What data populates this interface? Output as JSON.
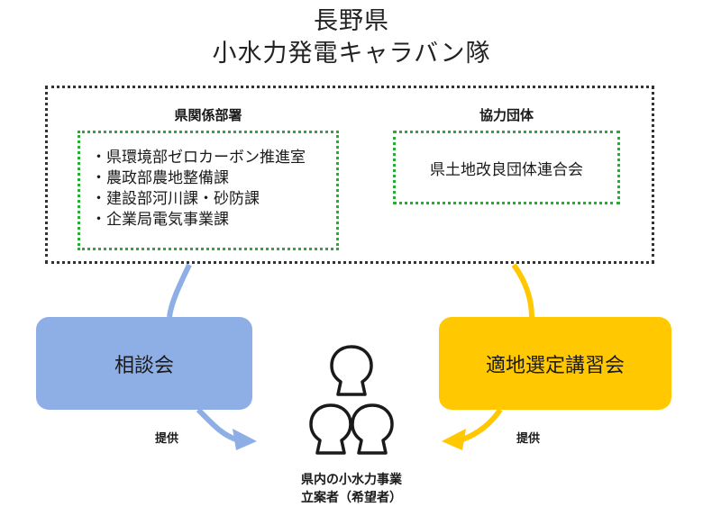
{
  "title": {
    "line1": "長野県",
    "line2": "小水力発電キャラバン隊"
  },
  "prefecture_group": {
    "heading": "県関係部署",
    "departments": [
      "・県環境部ゼロカーボン推進室",
      "・農政部農地整備課",
      "・建設部河川課・砂防課",
      "・企業局電気事業課"
    ]
  },
  "partner_group": {
    "heading": "協力団体",
    "organization": "県土地改良団体連合会"
  },
  "activities": {
    "consultation": "相談会",
    "site_selection": "適地選定講習会"
  },
  "arrows": {
    "left_label": "提供",
    "right_label": "提供"
  },
  "target": {
    "line1": "県内の小水力事業",
    "line2": "立案者（希望者）"
  },
  "colors": {
    "consultation_box": "#8eaee6",
    "site_selection_box": "#ffc800",
    "group_border": "#2ea83a",
    "outer_border": "#333333"
  }
}
